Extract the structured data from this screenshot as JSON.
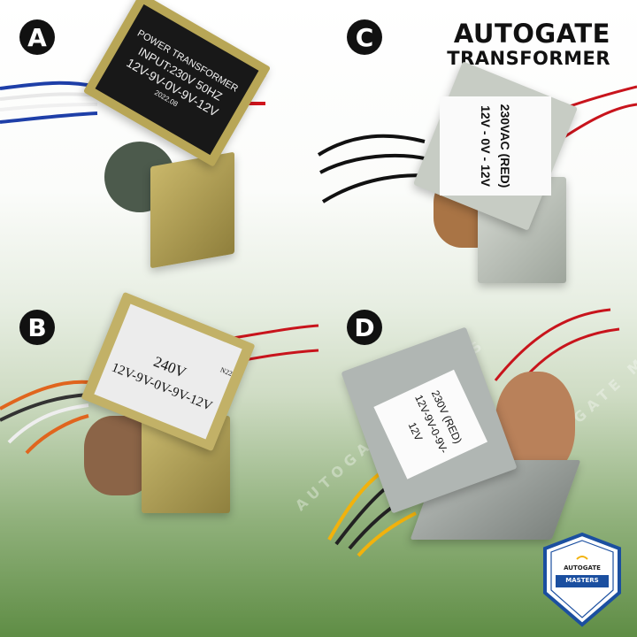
{
  "heading": {
    "line1": "AUTOGATE",
    "line2": "TRANSFORMER"
  },
  "panels": [
    {
      "letter": "A",
      "label_lines": [
        "POWER TRANSFORMER",
        "INPUT:230V 50HZ",
        "12V-9V-0V-9V-12V"
      ],
      "date": "2022.08"
    },
    {
      "letter": "B",
      "code": "N22",
      "label_lines": [
        "240V",
        "12V-9V-0V-9V-12V"
      ]
    },
    {
      "letter": "C",
      "label_lines": [
        "230VAC (RED)",
        "12V - 0V - 12V"
      ]
    },
    {
      "letter": "D",
      "label_lines": [
        "230V (RED)",
        "12V-9V-0-9V-12V"
      ]
    }
  ],
  "logo": {
    "line1": "AUTOGATE",
    "line2": "MASTERS"
  },
  "watermark": "AUTOGATE MASTERS",
  "colors": {
    "brand_blue": "#1b4fa0",
    "background_green": "#5f8d45",
    "wire_red": "#c8141c"
  }
}
